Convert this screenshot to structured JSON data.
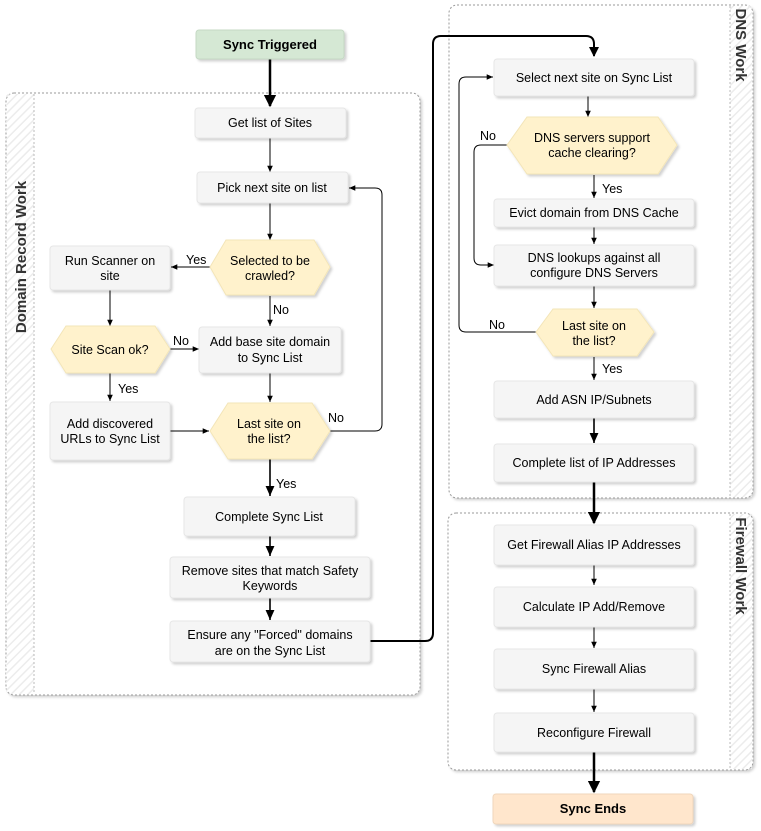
{
  "groups": {
    "domain": "Domain Record Work",
    "dns": "DNS Work",
    "firewall": "Firewall Work"
  },
  "nodes": {
    "sync_triggered": "Sync Triggered",
    "get_list": "Get list of Sites",
    "pick_next": "Pick next site on list",
    "selected_crawl": [
      "Selected to be",
      "crawled?"
    ],
    "run_scanner": [
      "Run Scanner on",
      "site"
    ],
    "site_scan_ok": "Site Scan ok?",
    "add_base": [
      "Add base site domain",
      "to Sync List"
    ],
    "add_discovered": [
      "Add discovered",
      "URLs to Sync List"
    ],
    "last_site_1": [
      "Last site on",
      "the list?"
    ],
    "complete_sync": "Complete Sync List",
    "remove_sites": [
      "Remove sites that match Safety",
      "Keywords"
    ],
    "ensure_forced": [
      "Ensure any \"Forced\" domains",
      "are on the Sync List"
    ],
    "select_next": "Select next site on Sync List",
    "dns_support": [
      "DNS servers support",
      "cache clearing?"
    ],
    "evict": "Evict domain from DNS Cache",
    "dns_lookups": [
      "DNS lookups against all",
      "configure DNS Servers"
    ],
    "last_site_2": [
      "Last site on",
      "the list?"
    ],
    "add_asn": "Add ASN IP/Subnets",
    "complete_ip": "Complete list of IP Addresses",
    "get_fw_alias": "Get Firewall Alias IP Addresses",
    "calc_ip": "Calculate IP Add/Remove",
    "sync_fw": "Sync Firewall Alias",
    "reconfig_fw": "Reconfigure Firewall",
    "sync_ends": "Sync Ends"
  },
  "edge_labels": {
    "yes": "Yes",
    "no": "No"
  },
  "colors": {
    "process_fill": "#f5f5f5",
    "decision_fill": "#fff2cc",
    "start_fill": "#d5e8d4",
    "end_fill": "#ffe6cc",
    "group_border": "#999999",
    "line": "#000000"
  }
}
